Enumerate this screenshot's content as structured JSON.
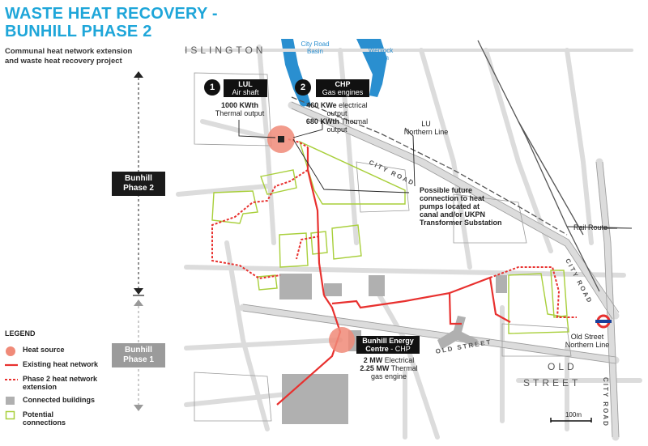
{
  "header": {
    "title_line1": "WASTE HEAT RECOVERY -",
    "title_line2": "BUNHILL PHASE 2",
    "subtitle_line1": "Communal heat network extension",
    "subtitle_line2": "and waste heat recovery project"
  },
  "phases": {
    "phase2_line1": "Bunhill",
    "phase2_line2": "Phase 2",
    "phase1_line1": "Bunhill",
    "phase1_line2": "Phase 1"
  },
  "sources": {
    "lul": {
      "number": "1",
      "name": "LUL",
      "sub": "Air shaft",
      "value": "1000 KWth",
      "desc": "Thermal output"
    },
    "chp": {
      "number": "2",
      "name": "CHP",
      "sub": "Gas engines",
      "value1": "460 KWe",
      "desc1a": "electrical",
      "desc1b": "output",
      "value2": "680 KWth",
      "desc2a": "Thermal",
      "desc2b": "output"
    },
    "bunhill": {
      "name": "Bunhill Energy",
      "sub_a": "Centre",
      "sub_b": "- CHP",
      "value1": "2 MW",
      "desc1": "Electrical",
      "value2": "2.25 MW",
      "desc2a": "Thermal",
      "desc2b": "gas engine"
    }
  },
  "labels": {
    "islington": "ISLINGTON",
    "city_road_basin_1": "City Road",
    "city_road_basin_2": "Basin",
    "wenlock_basin_1": "Wenlock",
    "wenlock_basin_2": "Basin",
    "lu_line1": "LU",
    "lu_line2": "Northern Line",
    "city_road": "CITY ROAD",
    "city_road_vertical": "CITY ROAD",
    "city_road_bottom": "CITY ROAD",
    "future_1": "Possible future",
    "future_2": "connection to heat",
    "future_3": "pumps located at",
    "future_4": "canal and/or UKPN",
    "future_5": "Transformer Substation",
    "rail_route": "Rail Route",
    "old_street_road": "OLD STREET",
    "old_street_area_1": "OLD",
    "old_street_area_2": "STREET",
    "old_street_station_1": "Old Street",
    "old_street_station_2": "Northern Line",
    "scale": "100m"
  },
  "legend": {
    "title": "LEGEND",
    "items": [
      {
        "label": "Heat source"
      },
      {
        "label": "Existing heat network"
      },
      {
        "label": "Phase 2 heat network",
        "label2": "extension"
      },
      {
        "label": "Connected buildings"
      },
      {
        "label": "Potential",
        "label2": "connections"
      }
    ]
  },
  "colors": {
    "title": "#1fa6d9",
    "heat_source": "#f08a78",
    "network": "#e8312f",
    "connected": "#b0b0b0",
    "potential": "#a8cf3a",
    "water": "#2a8fd0",
    "roads": "#d9d9d9"
  }
}
